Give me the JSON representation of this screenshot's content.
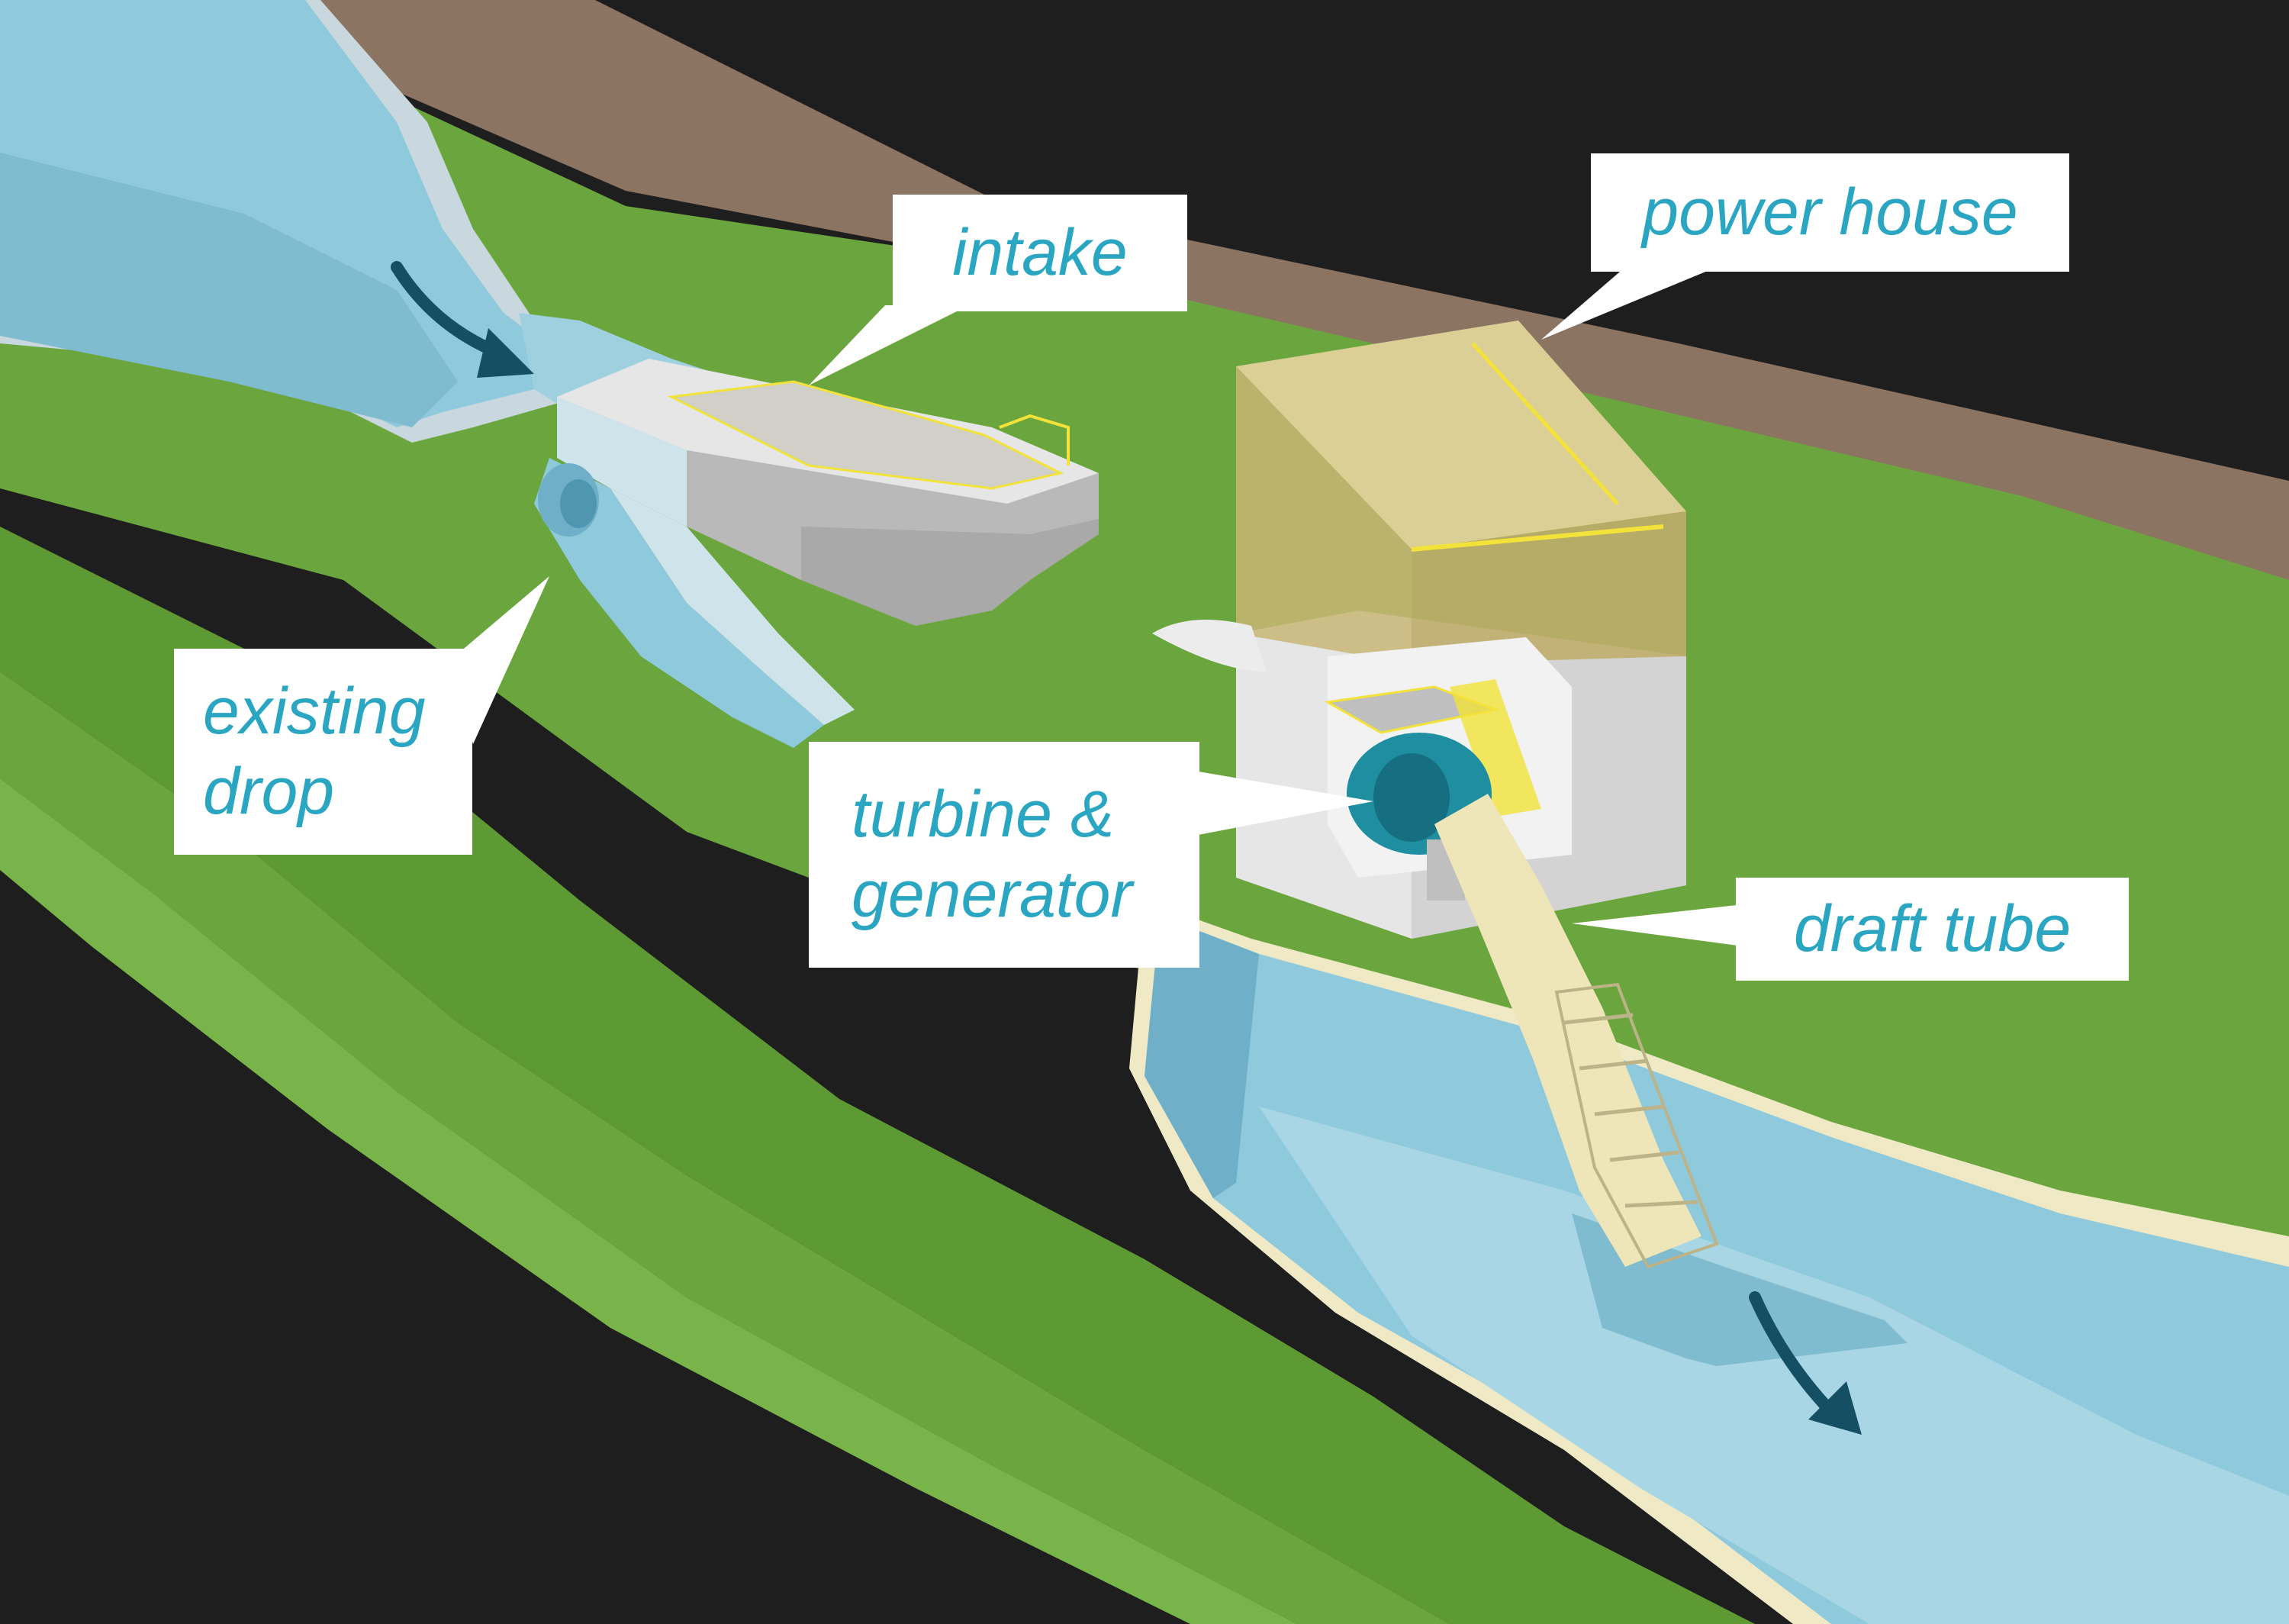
{
  "colors": {
    "background": "#1e1e1e",
    "grass": "#6aa63d",
    "grass_dark": "#4f8a2b",
    "road": "#8c7462",
    "water": "#8fc9dc",
    "water_dark": "#6fb0c8",
    "concrete": "#d6d6d6",
    "powerhouse_glass": "#c8b574",
    "draft_tube": "#eee6b8",
    "turbine": "#1f8ea0",
    "label_text": "#2aa6c2",
    "arrow": "#154f63",
    "railing": "#f2e23a"
  },
  "labels": {
    "intake": "intake",
    "power_house": "power house",
    "existing_drop_line1": "existing",
    "existing_drop_line2": "drop",
    "turbine_line1": "turbine &",
    "turbine_line2": "generator",
    "draft_tube": "draft tube"
  },
  "icons": {
    "flow_in": "curved-arrow-icon",
    "flow_out": "curved-arrow-icon"
  }
}
